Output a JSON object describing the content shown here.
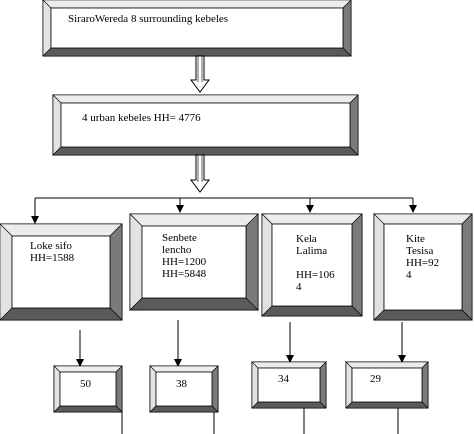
{
  "top_box": {
    "text": "SiraroWereda 8 surrounding kebeles"
  },
  "urban_box": {
    "text": "4 urban kebeles HH= 4776"
  },
  "kebeles": [
    {
      "text": "Loke sifo\nHH=1588",
      "sample": "50"
    },
    {
      "text": "Senbete\nlencho\nHH=1200\nHH=5848",
      "sample": "38"
    },
    {
      "text": "Kela\nLalima\n\nHH=106\n4",
      "sample": "34"
    },
    {
      "text": "Kite\nTesisa\nHH=92\n4",
      "sample": "29"
    }
  ]
}
